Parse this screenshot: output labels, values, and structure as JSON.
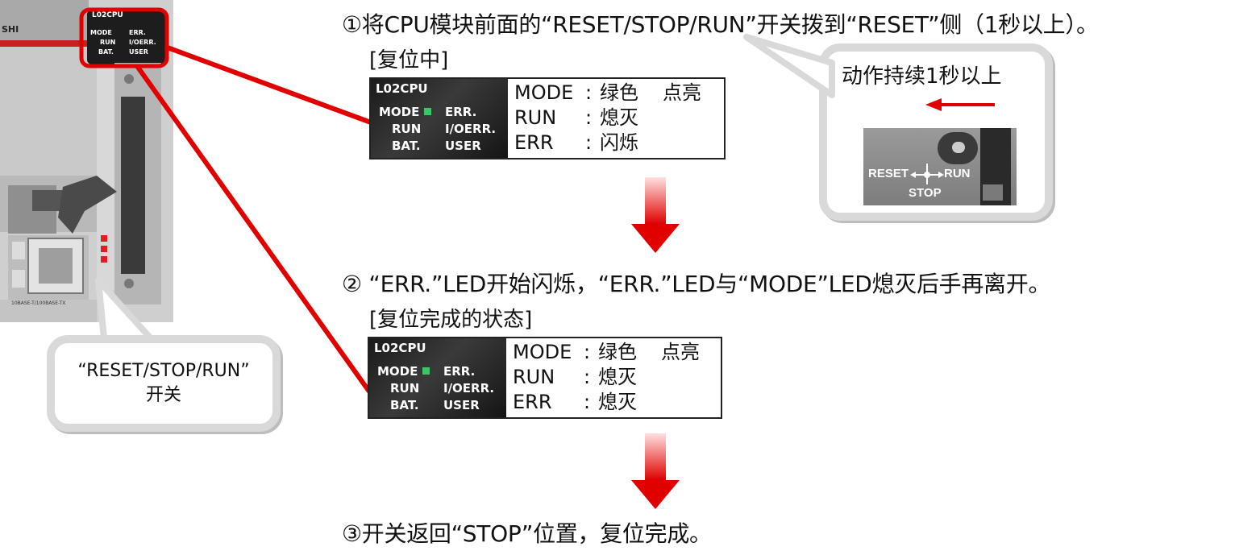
{
  "steps": {
    "step1": "①将CPU模块前面的“RESET/STOP/RUN”开关拨到“RESET”侧（1秒以上）。",
    "step2": "② “ERR.”LED开始闪烁，“ERR.”LED与“MODE”LED熄灭后手再离开。",
    "step3": "③开关返回“STOP”位置，复位完成。"
  },
  "panel1": {
    "title": "[复位中]",
    "model": "L02CPU",
    "leds": {
      "mode": "MODE",
      "err": "ERR.",
      "run": "RUN",
      "ioerr": "I/OERR.",
      "bat": "BAT.",
      "user": "USER"
    },
    "rows": [
      {
        "key": "MODE",
        "colon": ":",
        "value": "绿色",
        "value2": "点亮"
      },
      {
        "key": "RUN",
        "colon": ":",
        "value": "熄灭",
        "value2": ""
      },
      {
        "key": "ERR",
        "colon": ":",
        "value": "闪烁",
        "value2": ""
      }
    ]
  },
  "panel2": {
    "title": "[复位完成的状态]",
    "model": "L02CPU",
    "leds": {
      "mode": "MODE",
      "err": "ERR.",
      "run": "RUN",
      "ioerr": "I/OERR.",
      "bat": "BAT.",
      "user": "USER"
    },
    "rows": [
      {
        "key": "MODE",
        "colon": ":",
        "value": "绿色",
        "value2": "点亮"
      },
      {
        "key": "RUN",
        "colon": ":",
        "value": "熄灭",
        "value2": ""
      },
      {
        "key": "ERR",
        "colon": ":",
        "value": "熄灭",
        "value2": ""
      }
    ]
  },
  "switch_callout": {
    "header": "动作持续1秒以上",
    "reset": "RESET",
    "run": "RUN",
    "stop": "STOP"
  },
  "label_callout": {
    "line1": "“RESET/STOP/RUN”",
    "line2": "开关"
  },
  "device": {
    "brand_fragment": "SHI",
    "model": "L02CPU",
    "leds_left": [
      "MODE",
      "RUN",
      "BAT."
    ],
    "leds_right": [
      "ERR.",
      "I/OERR.",
      "USER"
    ],
    "port_label": "10BASE-T/100BASE-TX"
  },
  "colors": {
    "accent_red": "#e00000",
    "led_green": "#3fc46a",
    "callout_border": "#d9d9d9"
  }
}
